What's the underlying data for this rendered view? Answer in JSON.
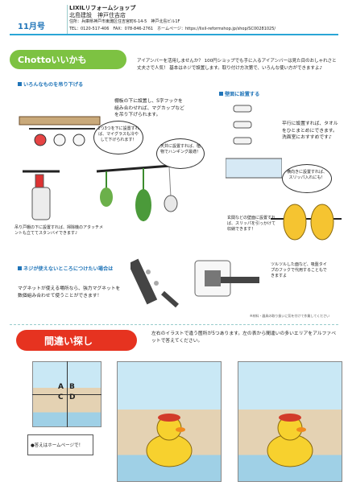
{
  "header": {
    "issue": "11月号",
    "shop_name": "LIXILリフォームショップ",
    "company": "北島建設　神戸住吉店",
    "address": "住所：兵庫県神戸市東灘区住吉宮町6-14-5　神戸北島ビル1F",
    "contact": "TEL：0120-517-406　FAX：078-846-2761　ホームページ：https://lixil-reformshop.jp/shop/SC00281025/"
  },
  "chotto": {
    "title": "Chottoいいかも",
    "intro": "アイアンバーを活用しませんか？ 100円ショップでも手に入るアイアンバーは見た目のおしゃれさと丈夫さで人気！ 基本はネジで設置します。取り付け方次第で、いろんな使い方ができますよ♪",
    "sec_hang": "いろんなものを吊り下げる",
    "hang_text": "棚板の下に設置し、S字フックを組み合わせれば、マグカップなどを吊り下げられます。",
    "bubble_cup": "2つ3つを下に設置すれば、マイグラスも冷やして下げられます！",
    "bubble_ceiling": "天井に設置すれば、植物でハンギング最適！",
    "spray_text": "吊り戸棚の下に設置すれば、掃除機のアタッチメントも立ててスタンバイできます♪",
    "sec_wall": "壁面に設置する",
    "wall_text": "平行に設置すれば、タオルをひとまとめにできます。洗面室におすすめです♪",
    "bubble_slipper": "横向きに設置すれば、スリッパ入れにも！",
    "slipper_text": "玄関などの壁面に設置すれば、スリッパを引っかけて収納できます！",
    "sec_magnet": "ネジが使えないところにつけたい場合は",
    "magnet_text": "マグネットが使える場所なら、強力マグネットを数個組み合わせて使うことができます！",
    "suction_text": "ツルツルした面など、吸盤タイプのフックで代用することもできますよ",
    "caution": "※材料・器具の取り扱いに気を付けて作業してください"
  },
  "quiz": {
    "title": "間違い探し",
    "text": "左右のイラストで違う箇所が5つあります。左の表から間違いの多いエリアをアルファベットで答えてください。",
    "labels": [
      "A",
      "B",
      "C",
      "D"
    ],
    "answer_note": "●答えはホームページで！"
  }
}
